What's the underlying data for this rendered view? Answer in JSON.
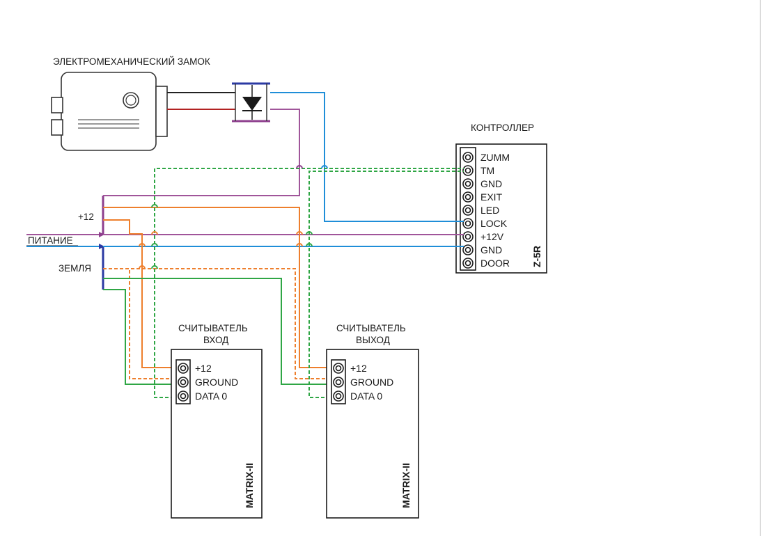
{
  "lock": {
    "title": "ЭЛЕКТРОМЕХАНИЧЕСКИЙ ЗАМОК"
  },
  "controller": {
    "title": "КОНТРОЛЛЕР",
    "model": "Z-5R",
    "terminals": [
      "ZUMM",
      "TM",
      "GND",
      "EXIT",
      "LED",
      "LOCK",
      "+12V",
      "GND",
      "DOOR"
    ]
  },
  "power": {
    "plus_label": "+12",
    "supply_label": "ПИТАНИЕ",
    "ground_label": "ЗЕМЛЯ"
  },
  "reader_in": {
    "title_line1": "СЧИТЫВАТЕЛЬ",
    "title_line2": "ВХОД",
    "model": "MATRIX-II",
    "pins": [
      "+12",
      "GROUND",
      "DATA 0"
    ]
  },
  "reader_out": {
    "title_line1": "СЧИТЫВАТЕЛЬ",
    "title_line2": "ВЫХОД",
    "model": "MATRIX-II",
    "pins": [
      "+12",
      "GROUND",
      "DATA 0"
    ]
  },
  "colors": {
    "plus12_wire": "#a0559a",
    "ground_wire": "#1f8ed8",
    "reader_power_wire": "#ee7f2d",
    "reader_data_wire": "#2fa645",
    "lock_black_wire": "#222222",
    "lock_red_wire": "#b22222",
    "plus_bus": "#8e3f8e",
    "ground_bus": "#2b3aa3"
  }
}
